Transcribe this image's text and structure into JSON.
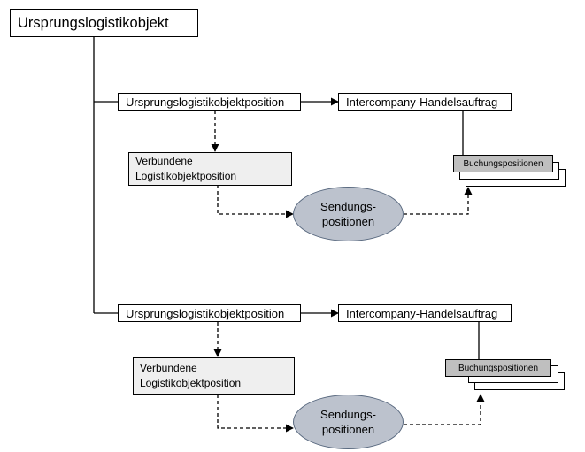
{
  "root": {
    "label": "Ursprungslogistikobjekt"
  },
  "groups": [
    {
      "origin_item": "Ursprungslogistikobjektposition",
      "intercompany_order": "Intercompany-Handelsauftrag",
      "linked_item": [
        "Verbundene",
        "Logistikobjektposition"
      ],
      "shipment_items": [
        "Sendungs-",
        "positionen"
      ],
      "posting_items": "Buchungspositionen"
    },
    {
      "origin_item": "Ursprungslogistikobjektposition",
      "intercompany_order": "Intercompany-Handelsauftrag",
      "linked_item": [
        "Verbundene",
        "Logistikobjektposition"
      ],
      "shipment_items": [
        "Sendungs-",
        "positionen"
      ],
      "posting_items": "Buchungspositionen"
    }
  ],
  "colors": {
    "line": "#000000",
    "linked_box_fill": "#efefef",
    "shipment_fill": "#bcc2cd",
    "posting_header_fill": "#bfbfbf"
  }
}
